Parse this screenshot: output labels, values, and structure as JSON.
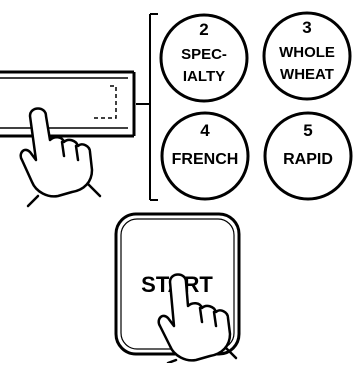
{
  "buttons": {
    "specialty": {
      "number": "2",
      "label_line1": "SPEC-",
      "label_line2": "IALTY"
    },
    "whole_wheat": {
      "number": "3",
      "label_line1": "WHOLE",
      "label_line2": "WHEAT"
    },
    "french": {
      "number": "4",
      "label": "FRENCH"
    },
    "rapid": {
      "number": "5",
      "label": "RAPID"
    },
    "start": {
      "label": "START"
    }
  },
  "colors": {
    "ink": "#000000",
    "background": "#ffffff"
  }
}
